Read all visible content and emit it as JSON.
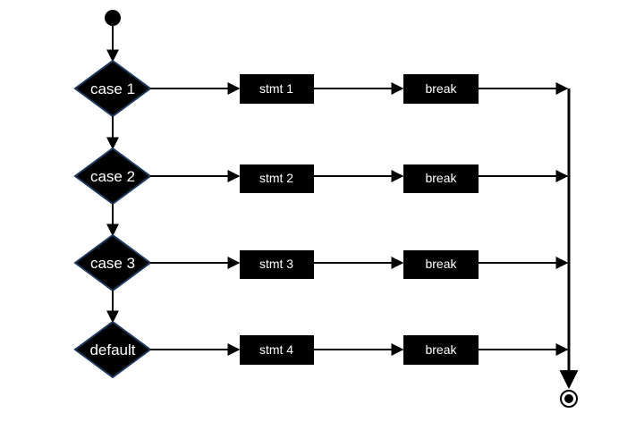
{
  "flowchart": {
    "rows": [
      {
        "case_label": "case 1",
        "stmt_label": "stmt 1",
        "break_label": "break"
      },
      {
        "case_label": "case 2",
        "stmt_label": "stmt 2",
        "break_label": "break"
      },
      {
        "case_label": "case 3",
        "stmt_label": "stmt 3",
        "break_label": "break"
      },
      {
        "case_label": "default",
        "stmt_label": "stmt 4",
        "break_label": "break"
      }
    ],
    "colors": {
      "shape_fill": "#000000",
      "diamond_border": "#1f3a5f",
      "line": "#000000",
      "text": "#ffffff"
    }
  }
}
